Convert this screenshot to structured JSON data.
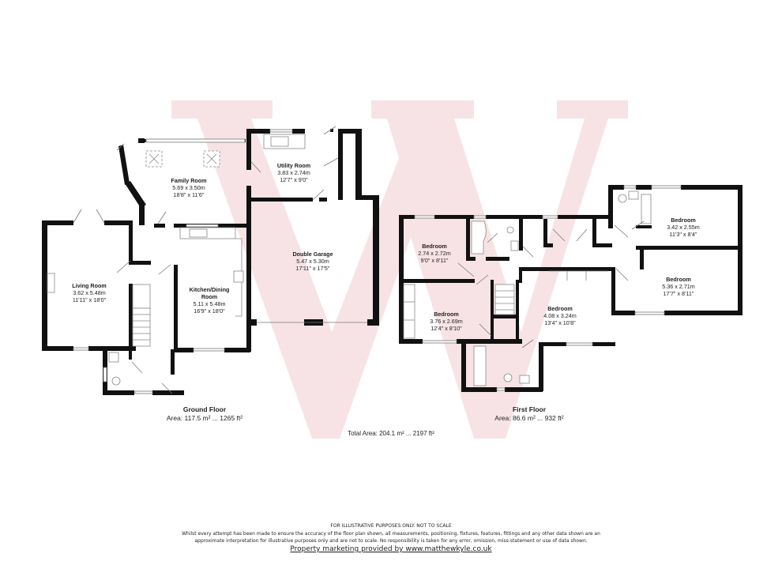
{
  "watermark": {
    "letter": "W",
    "color": "#f7e3e5"
  },
  "ground_floor": {
    "title": "Ground Floor",
    "area": "Area: 117.5 m² ... 1265 ft²",
    "rooms": [
      {
        "name": "Family Room",
        "metric": "5.69 x 3.50m",
        "imperial": "18'8\" x 11'6\""
      },
      {
        "name": "Utility Room",
        "metric": "3.83 x 2.74m",
        "imperial": "12'7\" x 9'0\""
      },
      {
        "name": "Living Room",
        "metric": "3.62 x 5.48m",
        "imperial": "11'11\" x 18'0\""
      },
      {
        "name": "Kitchen/Dining",
        "name2": "Room",
        "metric": "5.11 x 5.48m",
        "imperial": "16'9\" x 18'0\""
      },
      {
        "name": "Double Garage",
        "metric": "5.47 x 5.30m",
        "imperial": "17'11\" x 17'5\""
      }
    ]
  },
  "first_floor": {
    "title": "First Floor",
    "area": "Area: 86.6 m² ... 932 ft²",
    "rooms": [
      {
        "name": "Bedroom",
        "metric": "2.74 x 2.72m",
        "imperial": "9'0\" x 8'11\""
      },
      {
        "name": "Bedroom",
        "metric": "3.76 x 2.69m",
        "imperial": "12'4\" x 8'10\""
      },
      {
        "name": "Bedroom",
        "metric": "4.08 x 3.24m",
        "imperial": "13'4\" x 10'8\""
      },
      {
        "name": "Bedroom",
        "metric": "3.42 x 2.55m",
        "imperial": "11'3\" x 8'4\""
      },
      {
        "name": "Bedroom",
        "metric": "5.36 x 2.71m",
        "imperial": "17'7\" x 8'11\""
      }
    ]
  },
  "total_area": "Total Area: 204.1 m² ... 2197 ft²",
  "footer": {
    "heading": "FOR ILLUSTRATIVE PURPOSES ONLY. NOT TO SCALE",
    "disclaimer_line1": "Whilst every attempt has been made to ensure the accuracy of the floor plan shown, all measurements, positioning, fixtures, features, fittings and any other data shown are an",
    "disclaimer_line2": "approximate interpretation for illustrative purposes only and are not to scale. No responsibility is taken for any error, omission, miss-statement or use of data shown.",
    "credit": "Property marketing provided by www.matthewkyle.co.uk"
  }
}
